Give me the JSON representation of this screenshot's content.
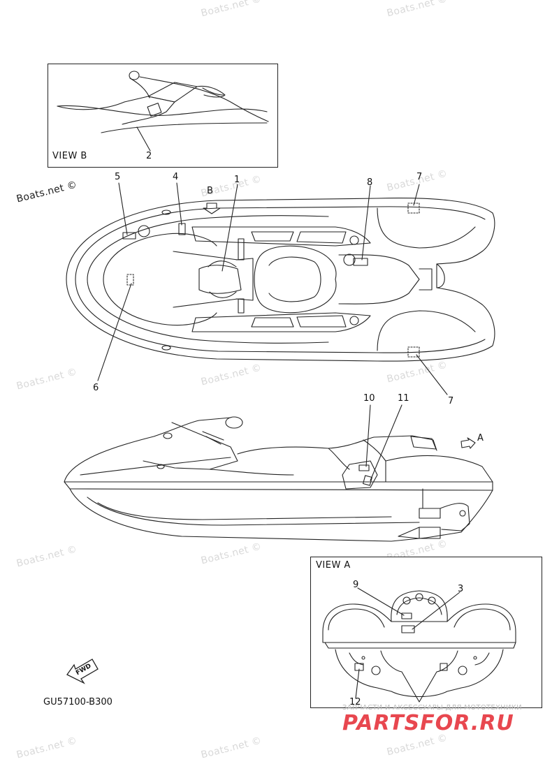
{
  "watermark": "Boats.net ©",
  "view_b": {
    "title": "VIEW B"
  },
  "view_a": {
    "title": "VIEW A"
  },
  "callouts": {
    "c1": "1",
    "c2": "2",
    "c3": "3",
    "c4": "4",
    "c5": "5",
    "c6": "6",
    "c7a": "7",
    "c7b": "7",
    "c8": "8",
    "c9": "9",
    "c10": "10",
    "c11": "11",
    "c12": "12"
  },
  "arrows": {
    "b": "B",
    "a": "A",
    "fwd": "FWD"
  },
  "part_code": "GU57100-B300",
  "brand": {
    "tagline": "ЗАПЧАСТИ И АКСЕССУАРЫ ДЛЯ МОТОТЕХНИКИ",
    "logo": "PARTSFOR.RU"
  }
}
